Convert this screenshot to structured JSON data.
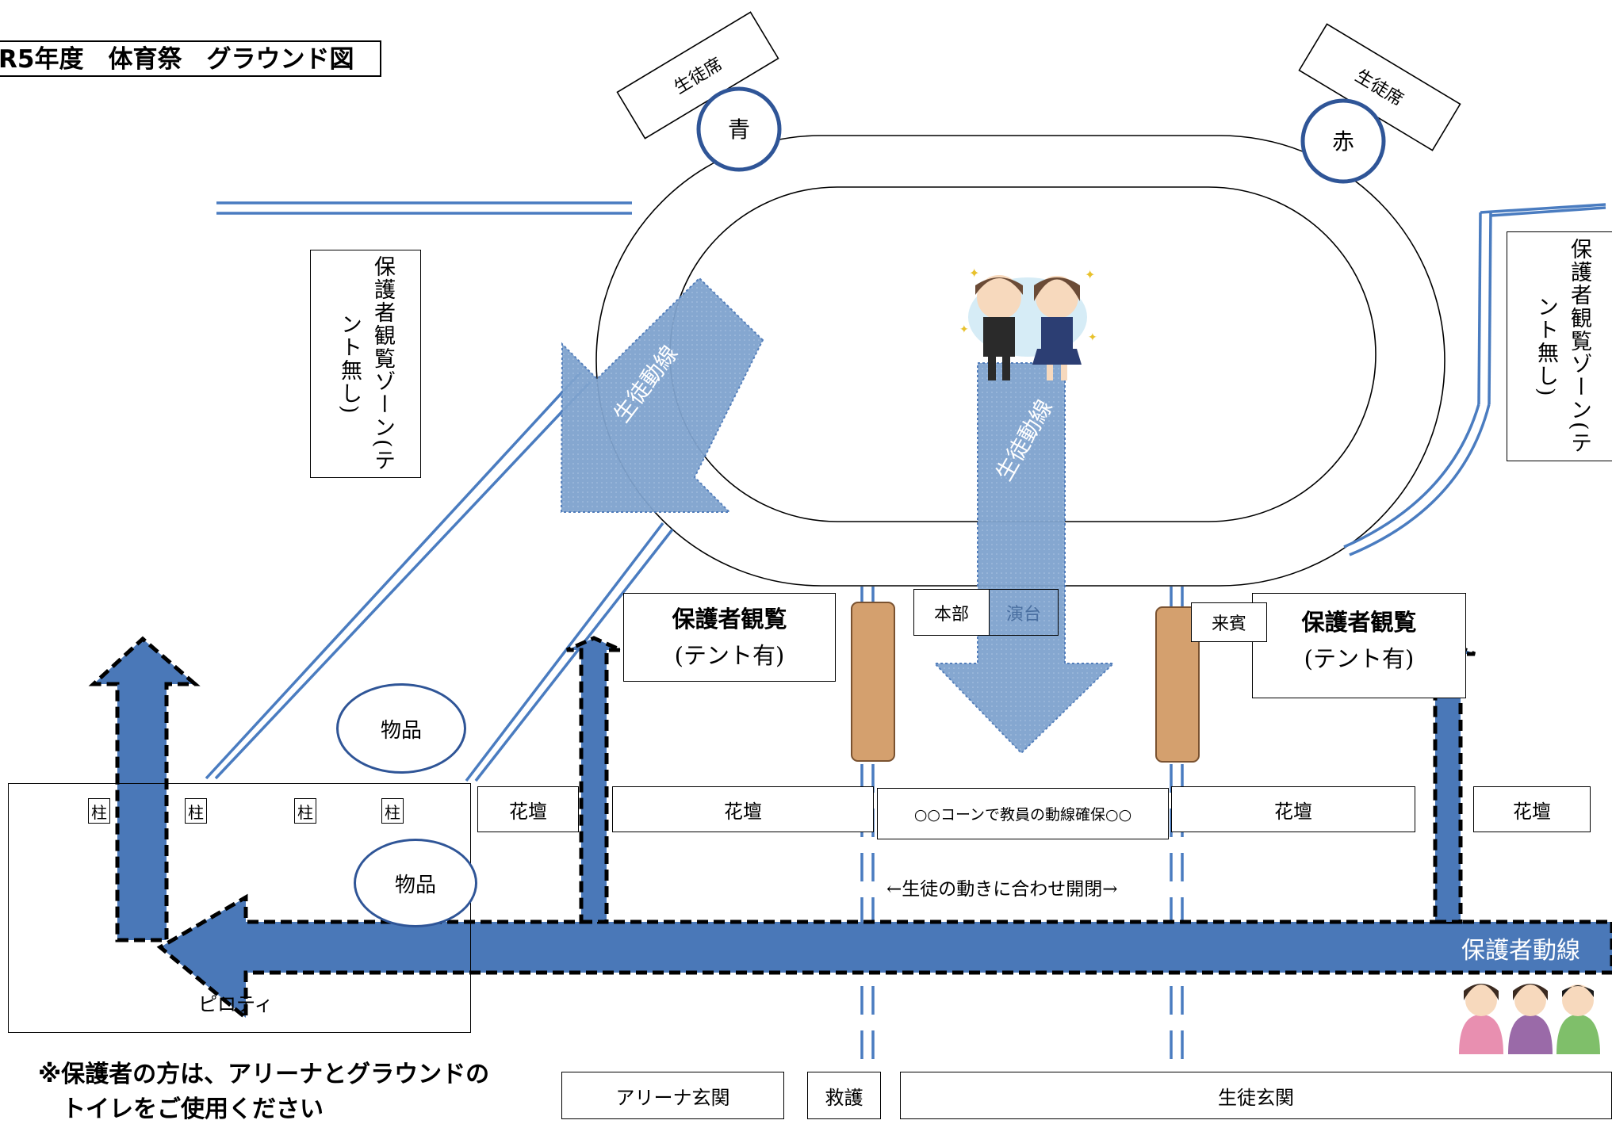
{
  "title": "R5年度　体育祭　グラウンド図",
  "seats": {
    "blue_label": "生徒席",
    "blue_team": "青",
    "red_label": "生徒席",
    "red_team": "赤"
  },
  "zones": {
    "left_line1": "保護者観覧ゾーン",
    "left_line2": "(テント無し)",
    "right_line1": "保護者観覧ゾーン",
    "right_line2": "(テント無し)",
    "tent_left_line1": "保護者観覧",
    "tent_left_line2": "(テント有)",
    "tent_right_line1": "保護者観覧",
    "tent_right_line2": "(テント有)"
  },
  "student_route_1": "生徒動線",
  "student_route_2": "生徒動線",
  "honbu": "本部",
  "endai": "演台",
  "raihin": "来賓",
  "pillars": [
    "柱",
    "柱",
    "柱",
    "柱"
  ],
  "goods": [
    "物品",
    "物品"
  ],
  "flowerbeds": [
    "花壇",
    "花壇",
    "花壇",
    "花壇"
  ],
  "cone_note": "○○コーンで教員の動線確保○○",
  "gate_note": "←生徒の動きに合わせ開閉→",
  "parent_route": "保護者動線",
  "piloti": "ピロティ",
  "notice_line1": "※保護者の方は、アリーナとグラウンドの",
  "notice_line2": "　トイレをご使用ください",
  "entrances": {
    "arena": "アリーナ玄関",
    "rescue": "救護",
    "student": "生徒玄関"
  },
  "colors": {
    "route_blue": "#4a78b8",
    "route_light": "#7fa3ce",
    "line_blue": "#4a7cc0",
    "circle_blue": "#2f5597",
    "board_brown": "#d4a06e"
  }
}
